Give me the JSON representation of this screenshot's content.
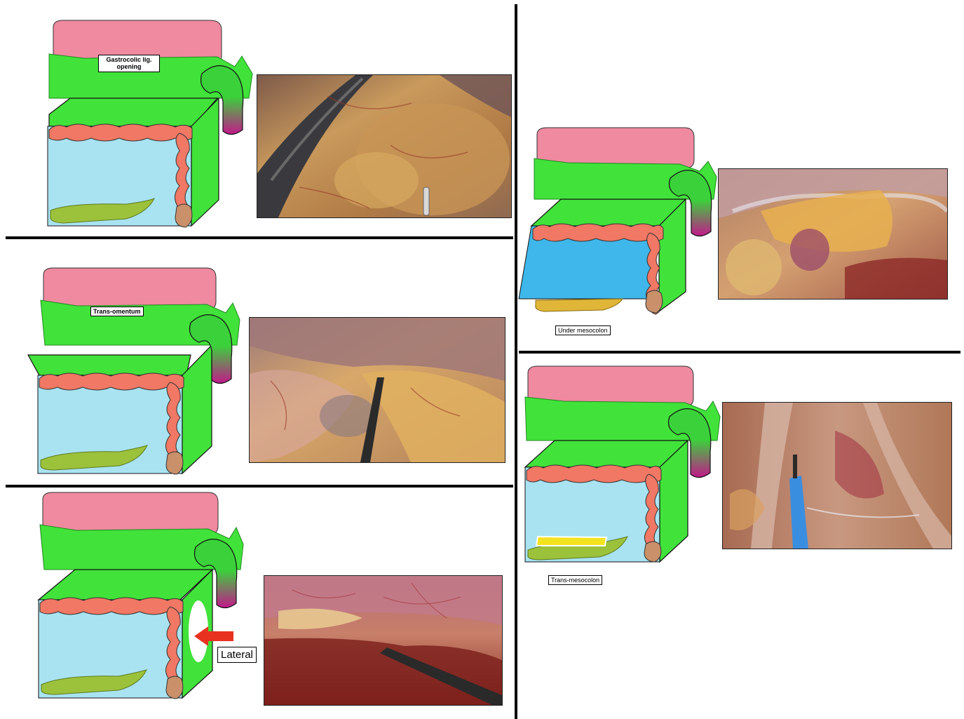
{
  "panels": {
    "gastrocolic": {
      "label_line1": "Gastrocolic lig.",
      "label_line2": "opening"
    },
    "trans_omentum": {
      "label": "Trans-omentum"
    },
    "lateral": {
      "label": "Lateral"
    },
    "under_mesocolon": {
      "label": "Under mesocolon"
    },
    "trans_mesocolon": {
      "label": "Trans-mesocolon"
    }
  },
  "colors": {
    "stomach": "#ef8aa0",
    "omentum": "#41e23a",
    "colon": "#f07864",
    "cavity": "#a9e3f2",
    "cavity_dark": "#3fb7ea",
    "pancreas": "#9bc23a",
    "pancreas_yellow": "#e0b638",
    "flexure_top": "#3bd13b",
    "flexure_bottom": "#c2188a",
    "arrow": "#e8321f",
    "divider": "#000000"
  },
  "icons": {
    "arrow": "red-left-arrow-icon",
    "instrument": "laparoscopic-instrument-icon"
  }
}
